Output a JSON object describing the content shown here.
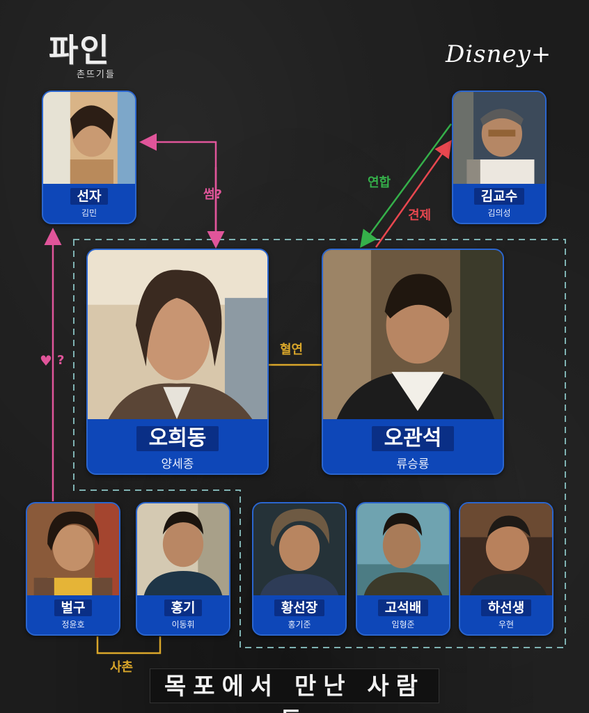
{
  "logo": {
    "title": "파인",
    "subtitle": "촌뜨기들"
  },
  "brand": "Disney+",
  "relations": {
    "some": "썸?",
    "alliance": "연합",
    "check": "견제",
    "blood": "혈연",
    "heart": "?",
    "cousin": "사촌"
  },
  "characters": [
    {
      "name": "선자",
      "actor": "김민"
    },
    {
      "name": "김교수",
      "actor": "김의성"
    },
    {
      "name": "오희동",
      "actor": "양세종"
    },
    {
      "name": "오관석",
      "actor": "류승룡"
    },
    {
      "name": "벌구",
      "actor": "정윤호"
    },
    {
      "name": "홍기",
      "actor": "이동휘"
    },
    {
      "name": "황선장",
      "actor": "홍기준"
    },
    {
      "name": "고석배",
      "actor": "임형준"
    },
    {
      "name": "하선생",
      "actor": "우현"
    }
  ],
  "footer": "목포에서 만난 사람들",
  "colors": {
    "card_blue": "#0e47b8",
    "name_bg": "#0a2f86",
    "pink": "#e0559a",
    "green": "#35b04a",
    "red": "#e8474f",
    "gold": "#d9a62a",
    "teal_dashed": "#7fb3b3"
  }
}
